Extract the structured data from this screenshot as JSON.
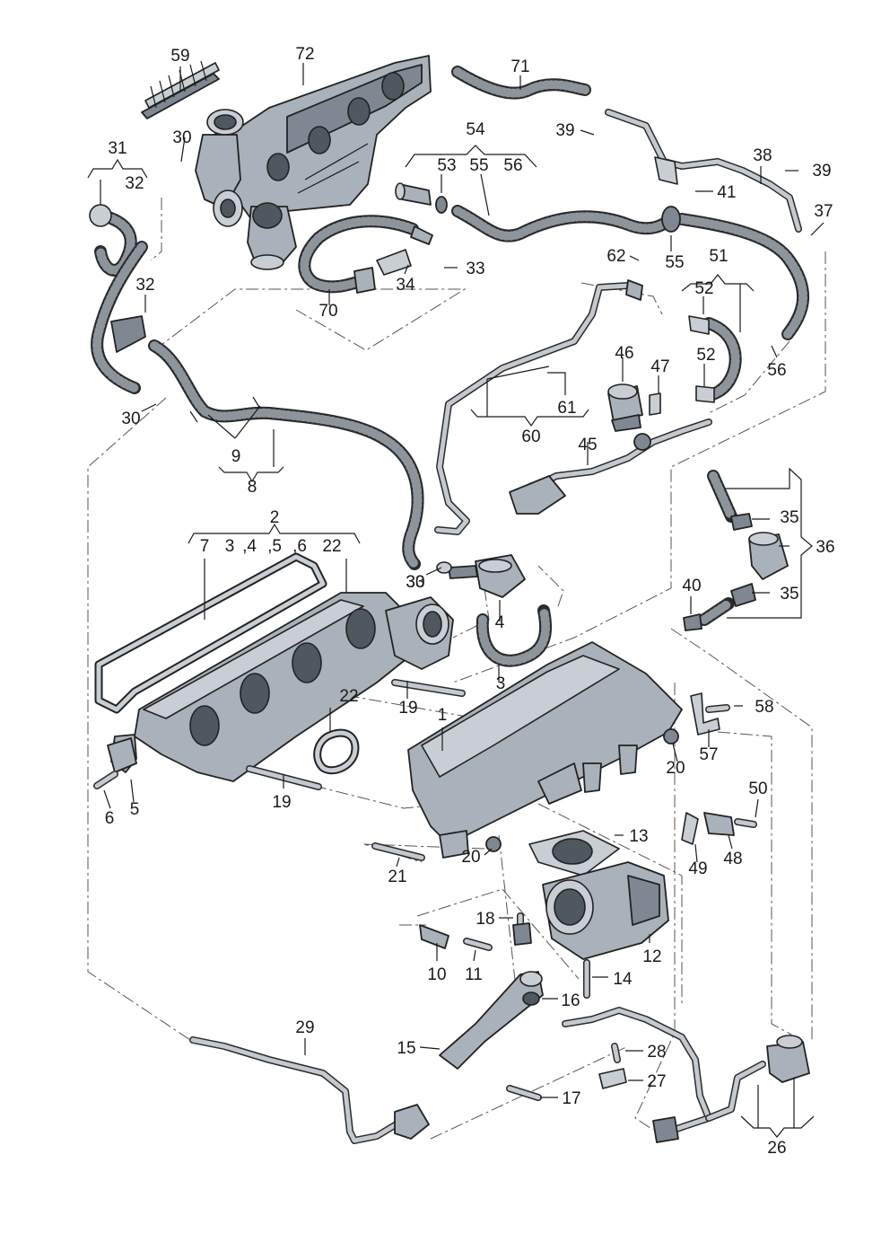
{
  "diagram": {
    "labels": [
      "59",
      "72",
      "71",
      "54",
      "53",
      "55",
      "56",
      "39",
      "39",
      "38",
      "41",
      "37",
      "31",
      "32",
      "30",
      "30",
      "30",
      "32",
      "33",
      "34",
      "70",
      "62",
      "55",
      "51",
      "52",
      "52",
      "56",
      "46",
      "47",
      "61",
      "60",
      "45",
      "9",
      "8",
      "2",
      "7",
      "3",
      ",4",
      ",5",
      ",6",
      "22",
      "33",
      "4",
      "3",
      "35",
      "35",
      "36",
      "40",
      "22",
      "19",
      "1",
      "58",
      "57",
      "20",
      "19",
      "6",
      "5",
      "13",
      "50",
      "49",
      "48",
      "21",
      "20",
      "18",
      "10",
      "11",
      "12",
      "14",
      "16",
      "15",
      "17",
      "28",
      "27",
      "29",
      "26"
    ]
  }
}
